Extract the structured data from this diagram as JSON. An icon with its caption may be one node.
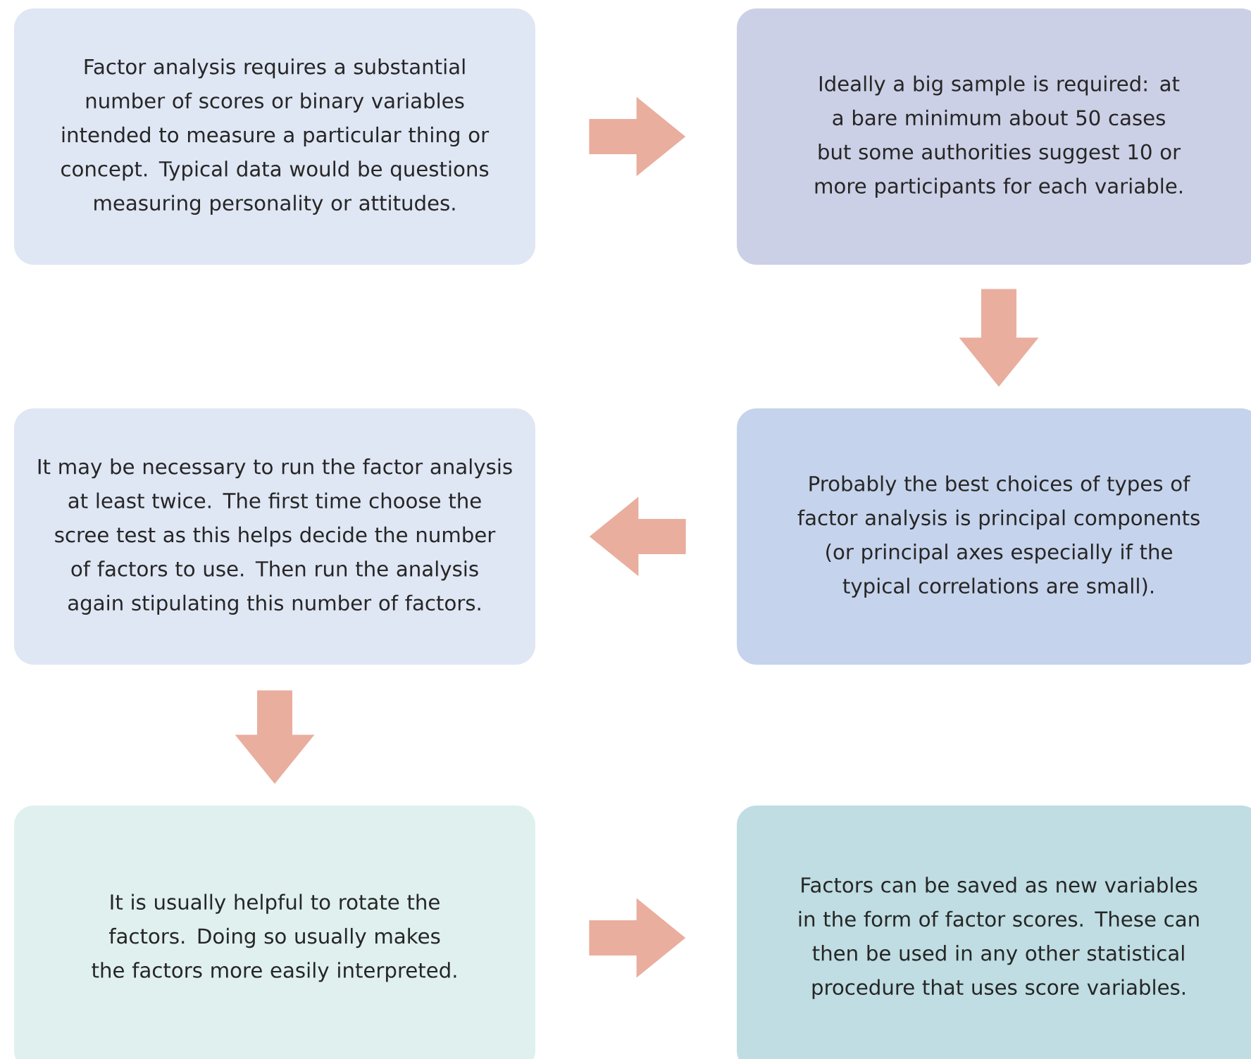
{
  "diagram": {
    "nodes": [
      {
        "text": [
          "Factor analysis requires a substantial number of scores or binary variables intended to measure a particular thing or concept. Typical data would be questions measuring personality or attitudes."
        ]
      },
      {
        "text": [
          "Ideally a big sample is required: at a bare minimum about 50 cases but some authorities suggest 10 or more participants for each variable."
        ]
      },
      {
        "text": [
          "Probably the best choices of types of factor analysis is principal components (or principal axes especially if the typical correlations are small)."
        ]
      },
      {
        "text": [
          "It may be necessary to run the factor analysis at least twice. The first time choose the scree test as this helps decide the number of factors to use. Then run the analysis again stipulating this number of factors."
        ]
      },
      {
        "text": [
          "It is usually helpful to rotate the factors. Doing so usually makes the factors more easily interpreted."
        ]
      },
      {
        "text": [
          "Factors can be saved as new variables in the form of factor scores. These can then be used in any other statistical procedure that uses score variables."
        ]
      }
    ],
    "edges": [
      {
        "from": 0,
        "to": 1,
        "arrow": "to"
      },
      {
        "from": 1,
        "to": 2,
        "arrow": "to"
      },
      {
        "from": 2,
        "to": 3,
        "arrow": "to"
      },
      {
        "from": 3,
        "to": 4,
        "arrow": "to"
      },
      {
        "from": 4,
        "to": 5,
        "arrow": "to"
      }
    ]
  }
}
